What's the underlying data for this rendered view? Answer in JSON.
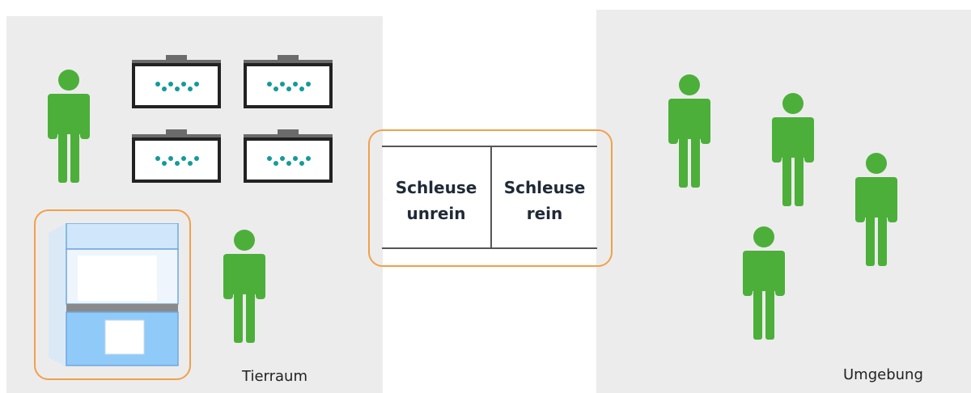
{
  "colors": {
    "room_bg": "#ececec",
    "person": "#4caf3a",
    "highlight_border": "#f0a04b",
    "cage_frame": "#222222",
    "cage_lid": "#6b6b6b",
    "cage_dots": "#149a9a",
    "bench_blue": "#90caf9"
  },
  "left_room": {
    "label": "Tierraum"
  },
  "right_room": {
    "label": "Umgebung"
  },
  "airlock": {
    "unclean": {
      "line1": "Schleuse",
      "line2": "unrein"
    },
    "clean": {
      "line1": "Schleuse",
      "line2": "rein"
    }
  },
  "icons": {
    "person": "person-icon",
    "cage": "animal-cage-icon",
    "bench": "safety-cabinet-icon"
  }
}
